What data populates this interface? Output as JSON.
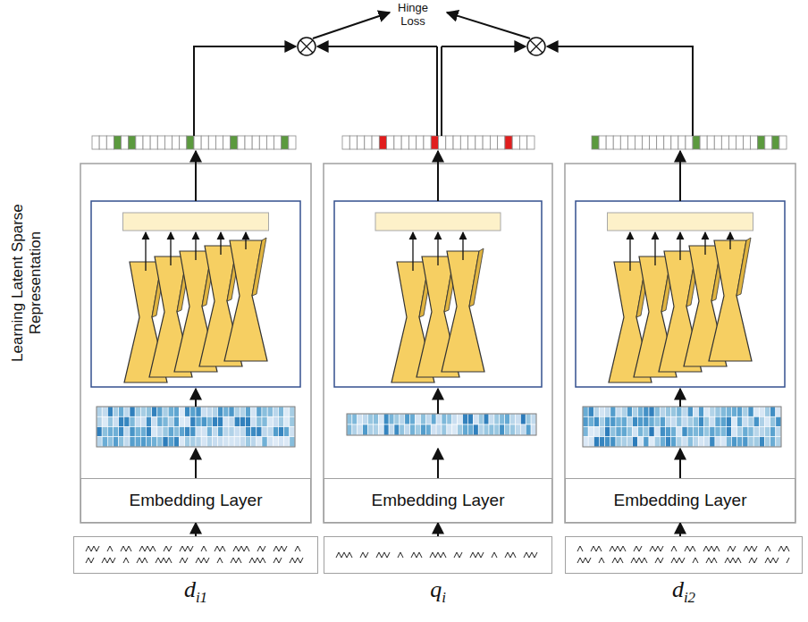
{
  "diagram": {
    "nodes": [
      {
        "text": [
          "Embedding Layer"
        ]
      },
      {
        "text": [
          "Embedding Layer"
        ]
      },
      {
        "text": [
          "Embedding Layer"
        ]
      },
      {
        "text": [
          "di1"
        ]
      },
      {
        "text": [
          "qi"
        ]
      },
      {
        "text": [
          "di2"
        ]
      }
    ],
    "edges": [
      {
        "from": 3,
        "to": 0,
        "arrow": "to"
      },
      {
        "from": 4,
        "to": 1,
        "arrow": "to"
      },
      {
        "from": 5,
        "to": 2,
        "arrow": "to"
      }
    ],
    "labels": [
      "Hinge Loss",
      "Learning Latent Sparse Representation"
    ]
  }
}
